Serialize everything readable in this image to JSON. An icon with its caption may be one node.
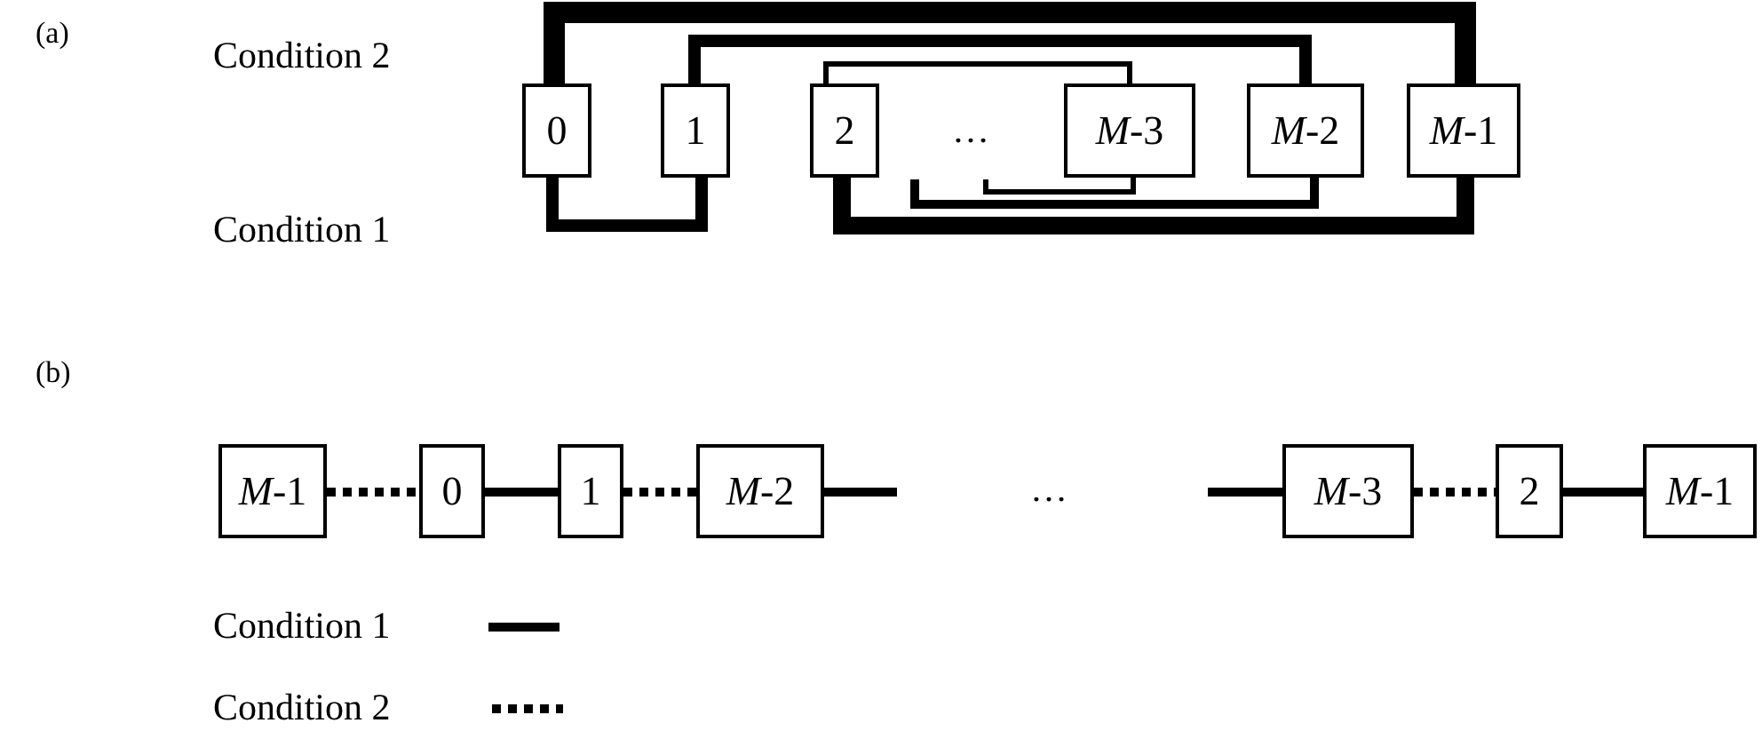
{
  "diagram": {
    "nodes": [
      {
        "text": [
          "0"
        ]
      },
      {
        "text": [
          "1"
        ]
      },
      {
        "text": [
          "2"
        ]
      },
      {
        "text": [
          "*M*-3"
        ]
      },
      {
        "text": [
          "*M*-2"
        ]
      },
      {
        "text": [
          "*M*-1"
        ]
      },
      {
        "text": [
          "*M*-1"
        ]
      },
      {
        "text": [
          "0"
        ]
      },
      {
        "text": [
          "1"
        ]
      },
      {
        "text": [
          "*M*-2"
        ]
      },
      {
        "text": [
          "*M*-3"
        ]
      },
      {
        "text": [
          "2"
        ]
      },
      {
        "text": [
          "*M*-1"
        ]
      }
    ],
    "edges": [
      {
        "from": 0,
        "to": 5,
        "arrow": "none",
        "style": "thick"
      },
      {
        "from": 1,
        "to": 4,
        "arrow": "none"
      },
      {
        "from": 2,
        "to": 3,
        "arrow": "none"
      },
      {
        "from": 0,
        "to": 1,
        "arrow": "none"
      },
      {
        "from": 2,
        "to": 5,
        "arrow": "none",
        "style": "thick"
      },
      {
        "from": null,
        "to": 4,
        "arrow": "none"
      },
      {
        "from": null,
        "to": 3,
        "arrow": "none"
      },
      {
        "from": 6,
        "to": 7,
        "arrow": "none",
        "style": "dashed"
      },
      {
        "from": 7,
        "to": 8,
        "arrow": "none"
      },
      {
        "from": 8,
        "to": 9,
        "arrow": "none",
        "style": "dashed"
      },
      {
        "from": 9,
        "to": null,
        "arrow": "none"
      },
      {
        "from": null,
        "to": 10,
        "arrow": "none"
      },
      {
        "from": 10,
        "to": 11,
        "arrow": "none",
        "style": "dashed"
      },
      {
        "from": 11,
        "to": 12,
        "arrow": "none"
      }
    ],
    "labels": [
      "(a)",
      "Condition 2",
      "Condition 1",
      "…",
      "(b)",
      "…"
    ],
    "legend": [
      {
        "text": "Condition 1"
      },
      {
        "text": "Condition 2"
      }
    ]
  }
}
